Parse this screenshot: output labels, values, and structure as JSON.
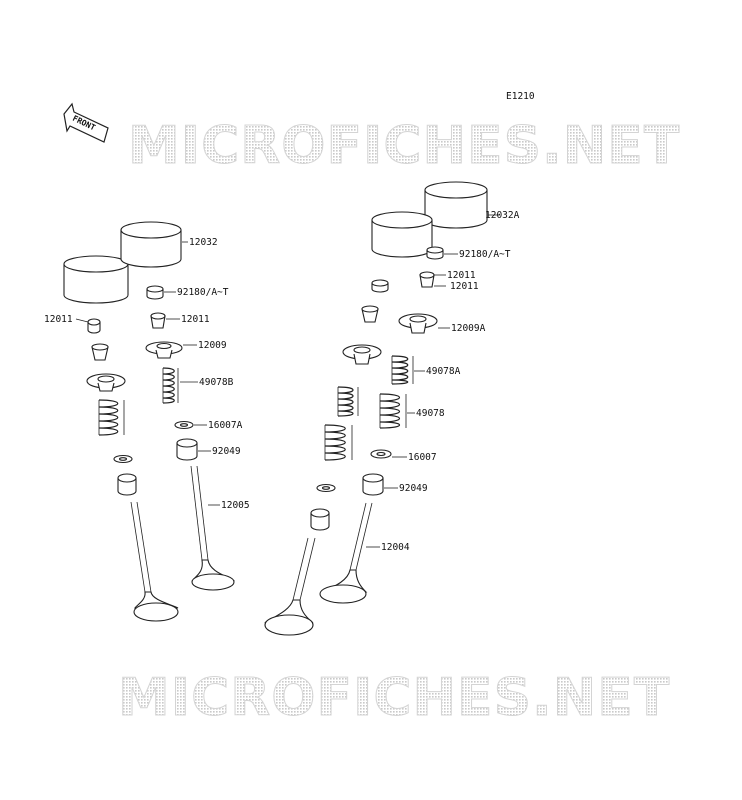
{
  "diagram": {
    "code": "E1210",
    "front_arrow_text": "FRONT",
    "watermark": "MICROFICHES.NET",
    "part_labels": {
      "p12032": "12032",
      "p12032A": "12032A",
      "p92180_left": "92180/A~T",
      "p92180_right": "92180/A~T",
      "p12011_left_a": "12011",
      "p12011_left_b": "12011",
      "p12011_right_a": "12011",
      "p12011_right_b": "12011",
      "p12009": "12009",
      "p12009A": "12009A",
      "p49078B": "49078B",
      "p49078A": "49078A",
      "p49078": "49078",
      "p16007A": "16007A",
      "p16007": "16007",
      "p92049_left": "92049",
      "p92049_right": "92049",
      "p12005": "12005",
      "p12004": "12004"
    }
  }
}
